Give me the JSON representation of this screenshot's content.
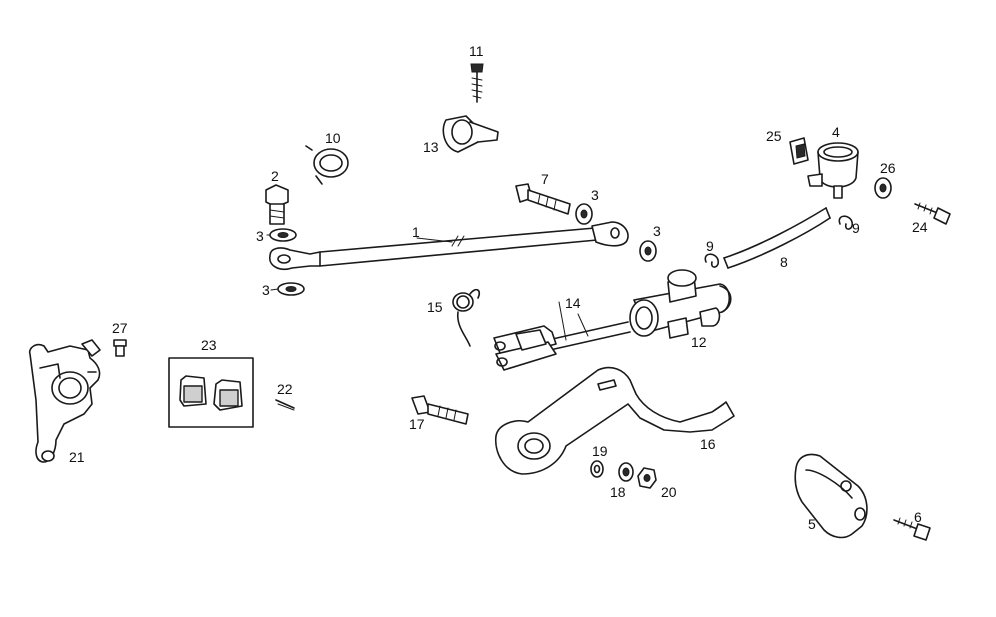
{
  "callouts": {
    "p1": "1",
    "p2": "2",
    "p3a": "3",
    "p3b": "3",
    "p3c": "3",
    "p3d": "3",
    "p4": "4",
    "p5": "5",
    "p6": "6",
    "p7": "7",
    "p8": "8",
    "p9a": "9",
    "p9b": "9",
    "p10": "10",
    "p11": "11",
    "p12": "12",
    "p13": "13",
    "p14": "14",
    "p15": "15",
    "p16": "16",
    "p17": "17",
    "p18": "18",
    "p19": "19",
    "p20": "20",
    "p21": "21",
    "p22": "22",
    "p23": "23",
    "p24": "24",
    "p25": "25",
    "p26": "26",
    "p27": "27"
  }
}
